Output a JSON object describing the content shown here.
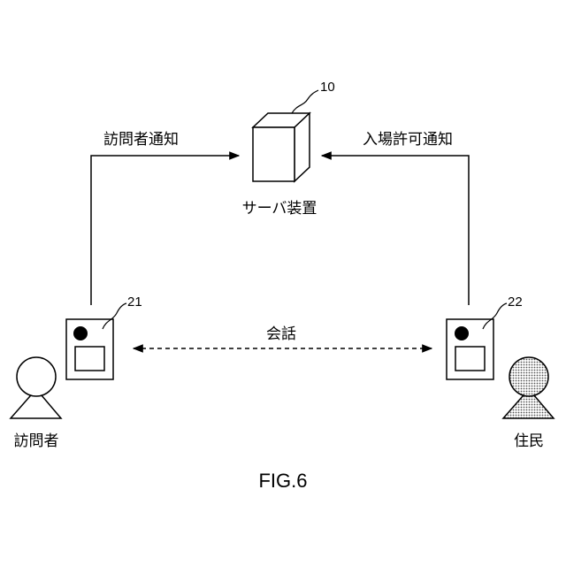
{
  "server": {
    "ref": "10",
    "label": "サーバ装置"
  },
  "visitor_terminal": {
    "ref": "21"
  },
  "resident_terminal": {
    "ref": "22"
  },
  "arrows": {
    "visitor_notice": "訪問者通知",
    "entry_permission_notice": "入場許可通知",
    "conversation": "会話"
  },
  "people": {
    "visitor": "訪問者",
    "resident": "住民"
  },
  "figure_caption": "FIG.6"
}
